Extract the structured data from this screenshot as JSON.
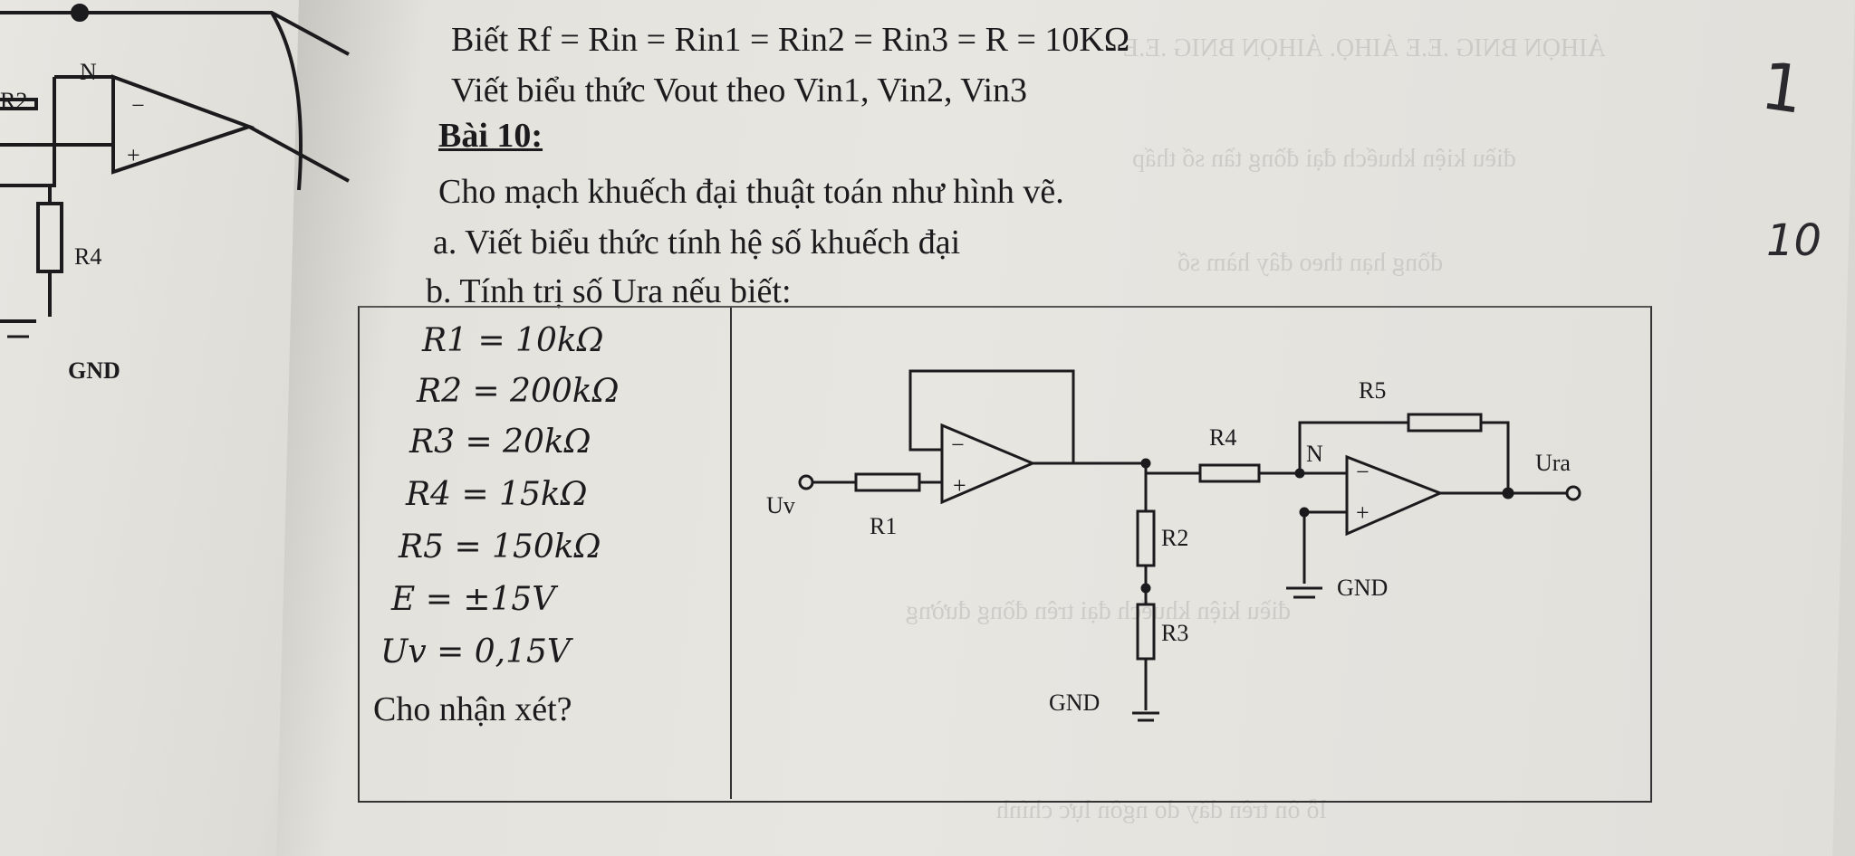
{
  "left_page": {
    "labels": {
      "n": "N",
      "r2": "R2",
      "minus": "−",
      "plus": "+",
      "r4": "R4",
      "gnd": "GND"
    }
  },
  "intro": {
    "line1": "Biết Rf = Rin = Rin1 = Rin2 = Rin3 = R = 10KΩ",
    "line2": "Viết biểu thức Vout theo Vin1, Vin2, Vin3"
  },
  "exercise": {
    "heading": "Bài 10:",
    "statement": "Cho mạch khuếch đại thuật toán như hình vẽ.",
    "part_a": "a. Viết biểu thức tính hệ số khuếch đại",
    "part_b": "b. Tính trị số Ura nếu biết:"
  },
  "givens": [
    "R1 = 10kΩ",
    "R2 = 200kΩ",
    "R3 = 20kΩ",
    "R4 = 15kΩ",
    "R5 = 150kΩ",
    "E = ±15V",
    "Uv = 0,15V"
  ],
  "question": "Cho nhận xét?",
  "circuit": {
    "labels": {
      "uv": "Uv",
      "r1": "R1",
      "r2": "R2",
      "r3": "R3",
      "r4": "R4",
      "r5": "R5",
      "n": "N",
      "ura": "Ura",
      "gnd1": "GND",
      "gnd2": "GND",
      "minus": "−",
      "plus": "+"
    }
  },
  "handwriting": {
    "mark1": "1",
    "mark2": "10"
  },
  "colors": {
    "paper": "#e6e4df",
    "ink": "#1b1b1d",
    "ghost_text": "#b9b8b6"
  }
}
